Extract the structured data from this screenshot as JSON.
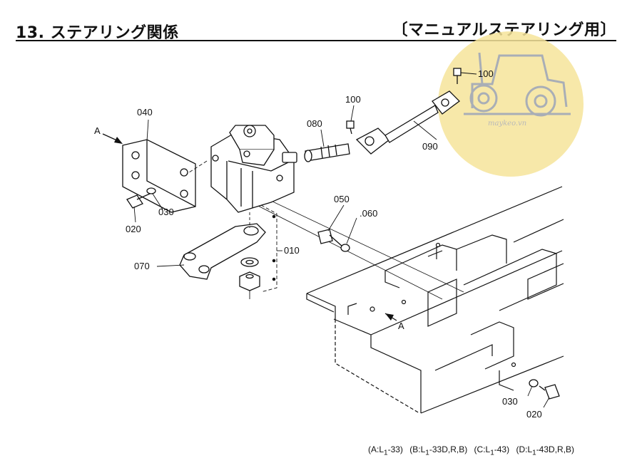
{
  "header": {
    "title": "13. ステアリング関係",
    "subtitle": "〔マニュアルステアリング用〕"
  },
  "callouts": {
    "p010": "010",
    "p020_a": "020",
    "p020_b": "020",
    "p030_a": "030",
    "p030_b": "030",
    "p040": "040",
    "p050": "050",
    "p060": ".060",
    "p070": "070",
    "p080": "080",
    "p090": "090",
    "p100_a": "100",
    "p100_b": "100",
    "view_a_1": "A",
    "view_a_2": "A"
  },
  "watermark": {
    "text": "maykeo.vn",
    "color": "#f6e49a",
    "icon": "tractor-icon"
  },
  "footer": {
    "models": [
      {
        "pre": "(A:L",
        "sub": "1",
        "post": "-33)"
      },
      {
        "pre": "(B:L",
        "sub": "1",
        "post": "-33D,R,B)"
      },
      {
        "pre": "(C:L",
        "sub": "1",
        "post": "-43)"
      },
      {
        "pre": "(D:L",
        "sub": "1",
        "post": "-43D,R,B)"
      }
    ]
  }
}
